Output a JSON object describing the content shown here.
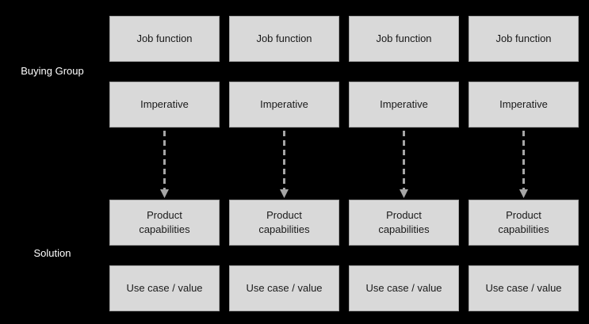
{
  "theme": {
    "background": "#000000",
    "box_fill": "#d9d9d9",
    "box_border": "#a6a6a6",
    "box_text": "#1a1a1a",
    "arrow": "#a6a6a6",
    "side_label_text": "#ffffff"
  },
  "side_labels": {
    "buying_group": "Buying Group",
    "solution": "Solution"
  },
  "columns": [
    {
      "job_function": "Job function",
      "imperative": "Imperative",
      "product_capabilities": "Product capabilities",
      "use_case_value": "Use case / value"
    },
    {
      "job_function": "Job function",
      "imperative": "Imperative",
      "product_capabilities": "Product capabilities",
      "use_case_value": "Use case / value"
    },
    {
      "job_function": "Job function",
      "imperative": "Imperative",
      "product_capabilities": "Product capabilities",
      "use_case_value": "Use case / value"
    },
    {
      "job_function": "Job function",
      "imperative": "Imperative",
      "product_capabilities": "Product capabilities",
      "use_case_value": "Use case / value"
    }
  ]
}
